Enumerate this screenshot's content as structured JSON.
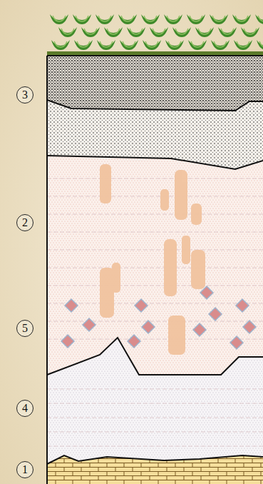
{
  "diagram": {
    "labels": [
      "3",
      "2",
      "5",
      "4",
      "1"
    ]
  }
}
